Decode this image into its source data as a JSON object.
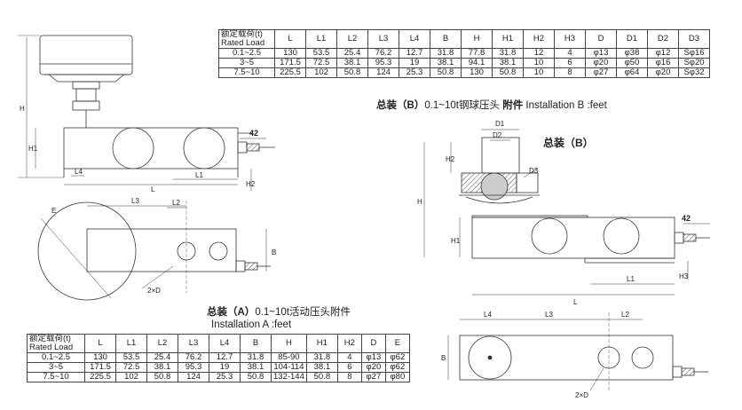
{
  "table_b": {
    "header": [
      "额定载荷(t)\nRated Load",
      "L",
      "L1",
      "L2",
      "L3",
      "L4",
      "B",
      "H",
      "H1",
      "H2",
      "H3",
      "D",
      "D1",
      "D2",
      "D3"
    ],
    "rows": [
      [
        "0.1~2.5",
        "130",
        "53.5",
        "25.4",
        "76.2",
        "12.7",
        "31.8",
        "77.8",
        "31.8",
        "12",
        "4",
        "φ13",
        "φ38",
        "φ12",
        "Sφ16"
      ],
      [
        "3~5",
        "171.5",
        "72.5",
        "38.1",
        "95.3",
        "19",
        "38.1",
        "94.1",
        "38.1",
        "10",
        "6",
        "φ20",
        "φ50",
        "φ16",
        "Sφ20"
      ],
      [
        "7.5~10",
        "225.5",
        "102",
        "50.8",
        "124",
        "25.3",
        "50.8",
        "130",
        "50.8",
        "10",
        "8",
        "φ27",
        "φ64",
        "φ20",
        "Sφ32"
      ]
    ]
  },
  "table_a": {
    "header": [
      "额定载荷(t)\nRated Load",
      "L",
      "L1",
      "L2",
      "L3",
      "L4",
      "B",
      "H",
      "H1",
      "H2",
      "D",
      "E"
    ],
    "rows": [
      [
        "0.1~2.5",
        "130",
        "53.5",
        "25.4",
        "76.2",
        "12.7",
        "31.8",
        "85-90",
        "31.8",
        "4",
        "φ13",
        "φ62"
      ],
      [
        "3~5",
        "171.5",
        "72.5",
        "38.1",
        "95.3",
        "19",
        "38.1",
        "104-114",
        "38.1",
        "6",
        "φ20",
        "φ62"
      ],
      [
        "7.5~10",
        "225.5",
        "102",
        "50.8",
        "124",
        "25.3",
        "50.8",
        "132-144",
        "50.8",
        "8",
        "φ27",
        "φ80"
      ]
    ]
  },
  "captions": {
    "b_bold": "总装（B）",
    "b_mid": "0.1~10t钢球压头 ",
    "b_bold2": "附件",
    "b_tail": " Installation B :feet",
    "b_title": "总装（B）",
    "a_bold": "总装（A）",
    "a_tail": "0.1~10t活动压头附件",
    "a_line2": "Installation A :feet"
  },
  "labels": {
    "H": "H",
    "H1": "H1",
    "H2": "H2",
    "H3": "H3",
    "L": "L",
    "L1": "L1",
    "L2": "L2",
    "L3": "L3",
    "L4": "L4",
    "B": "B",
    "D1": "D1",
    "D2": "D2",
    "D3": "D3",
    "E": "E",
    "twoD": "2×D",
    "dim42": "42"
  },
  "colors": {
    "line": "#333333",
    "body_fill": "#ffffff",
    "ball_fill": "#cccccc"
  }
}
